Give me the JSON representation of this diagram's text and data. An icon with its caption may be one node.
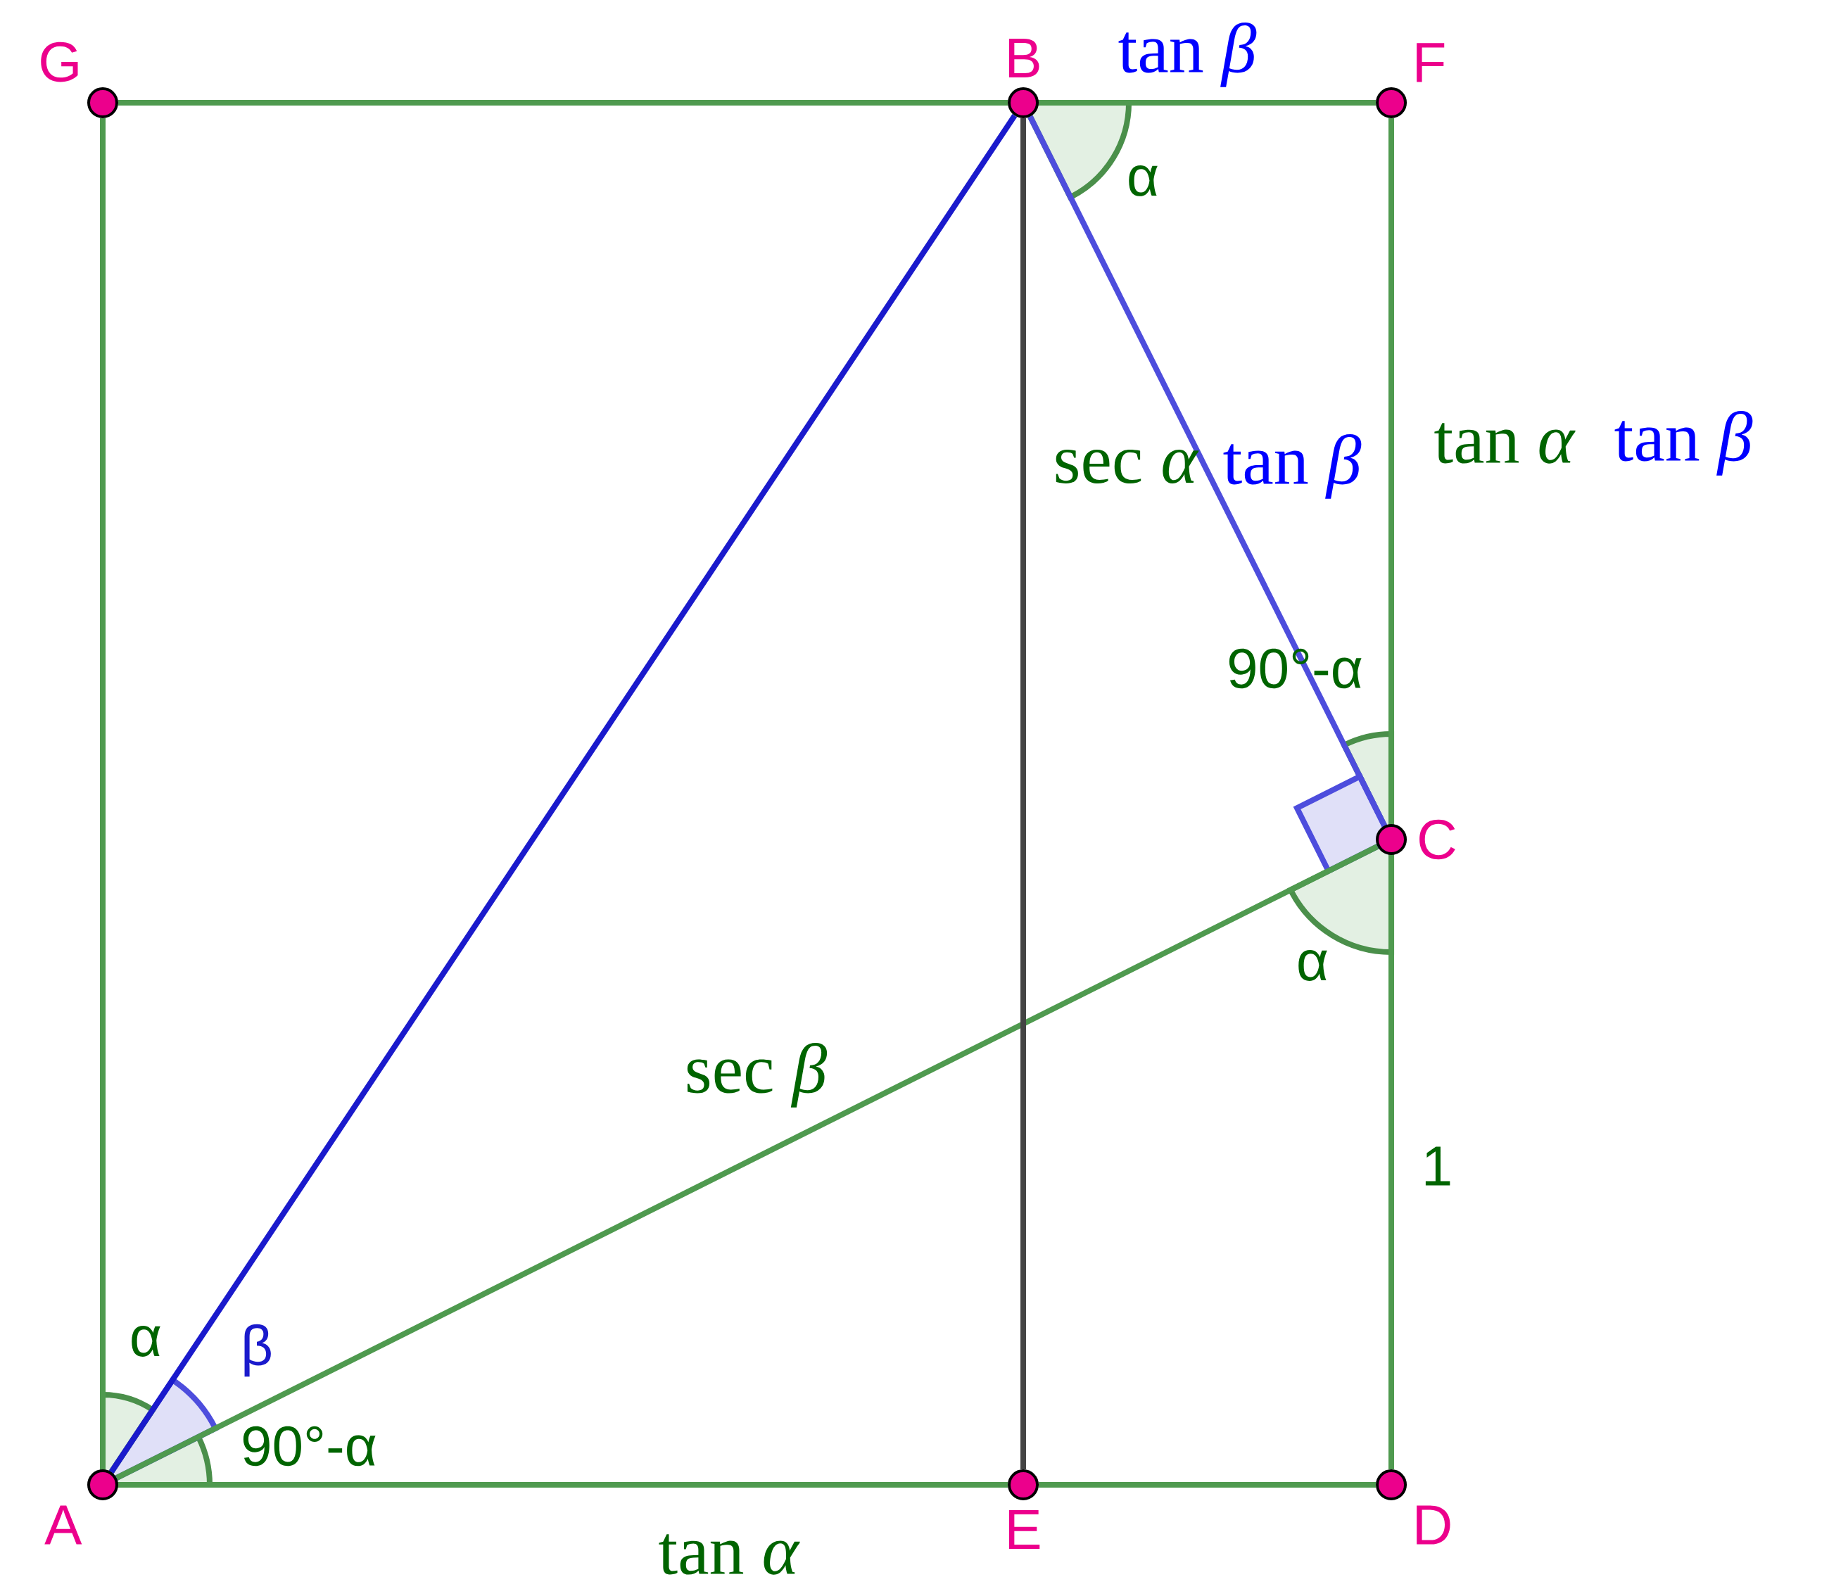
{
  "diagram": {
    "nodes": [
      {
        "text": [
          "G"
        ]
      },
      {
        "text": [
          "B"
        ]
      },
      {
        "text": [
          "F"
        ]
      },
      {
        "text": [
          "C"
        ]
      },
      {
        "text": [
          "D"
        ]
      },
      {
        "text": [
          "E"
        ]
      },
      {
        "text": [
          "A"
        ]
      }
    ],
    "edges": [
      {
        "from": 0,
        "to": 1,
        "arrow": "none"
      },
      {
        "from": 1,
        "to": 2,
        "arrow": "none"
      },
      {
        "from": 2,
        "to": 3,
        "arrow": "none"
      },
      {
        "from": 3,
        "to": 4,
        "arrow": "none"
      },
      {
        "from": 4,
        "to": 5,
        "arrow": "none"
      },
      {
        "from": 5,
        "to": 6,
        "arrow": "none"
      },
      {
        "from": 6,
        "to": 0,
        "arrow": "none"
      },
      {
        "from": 6,
        "to": 1,
        "arrow": "none",
        "color": "#1a1acc"
      },
      {
        "from": 1,
        "to": 3,
        "arrow": "none",
        "color": "#4d4ddd"
      },
      {
        "from": 6,
        "to": 3,
        "arrow": "none"
      },
      {
        "from": 1,
        "to": 5,
        "arrow": "none",
        "color": "#444444"
      }
    ],
    "labels": [
      "tan *β*",
      "α",
      "sec *α*",
      "tan *β*",
      "tan *α*",
      "tan *β*",
      "90°-α",
      "α",
      "sec *β*",
      "1",
      "α",
      "β",
      "90°-α",
      "tan *α*"
    ]
  }
}
